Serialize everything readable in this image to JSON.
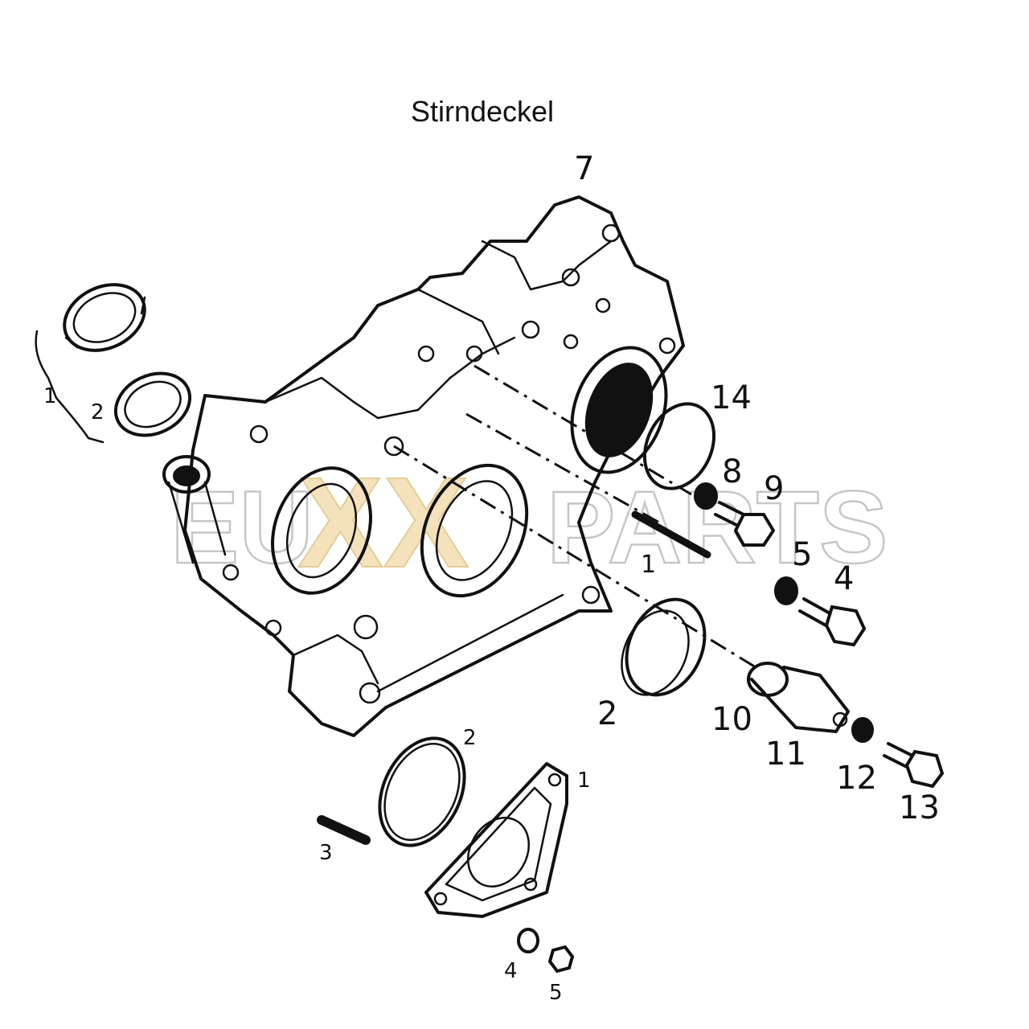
{
  "title": "Stirndeckel",
  "watermark": {
    "left": "EU",
    "mid": "XX",
    "right": "PARTS",
    "mid_color": "#f3dfb5"
  },
  "callouts": {
    "c7": "7",
    "c1_top": "1",
    "c2_top": "2",
    "c14": "14",
    "c8": "8",
    "c9": "9",
    "c5": "5",
    "c4": "4",
    "c1_mid": "1",
    "c2_mid": "2",
    "c10": "10",
    "c11": "11",
    "c12": "12",
    "c13": "13",
    "c2_low": "2",
    "c1_low": "1",
    "c3_low": "3",
    "c4_low": "4",
    "c5_low": "5"
  }
}
